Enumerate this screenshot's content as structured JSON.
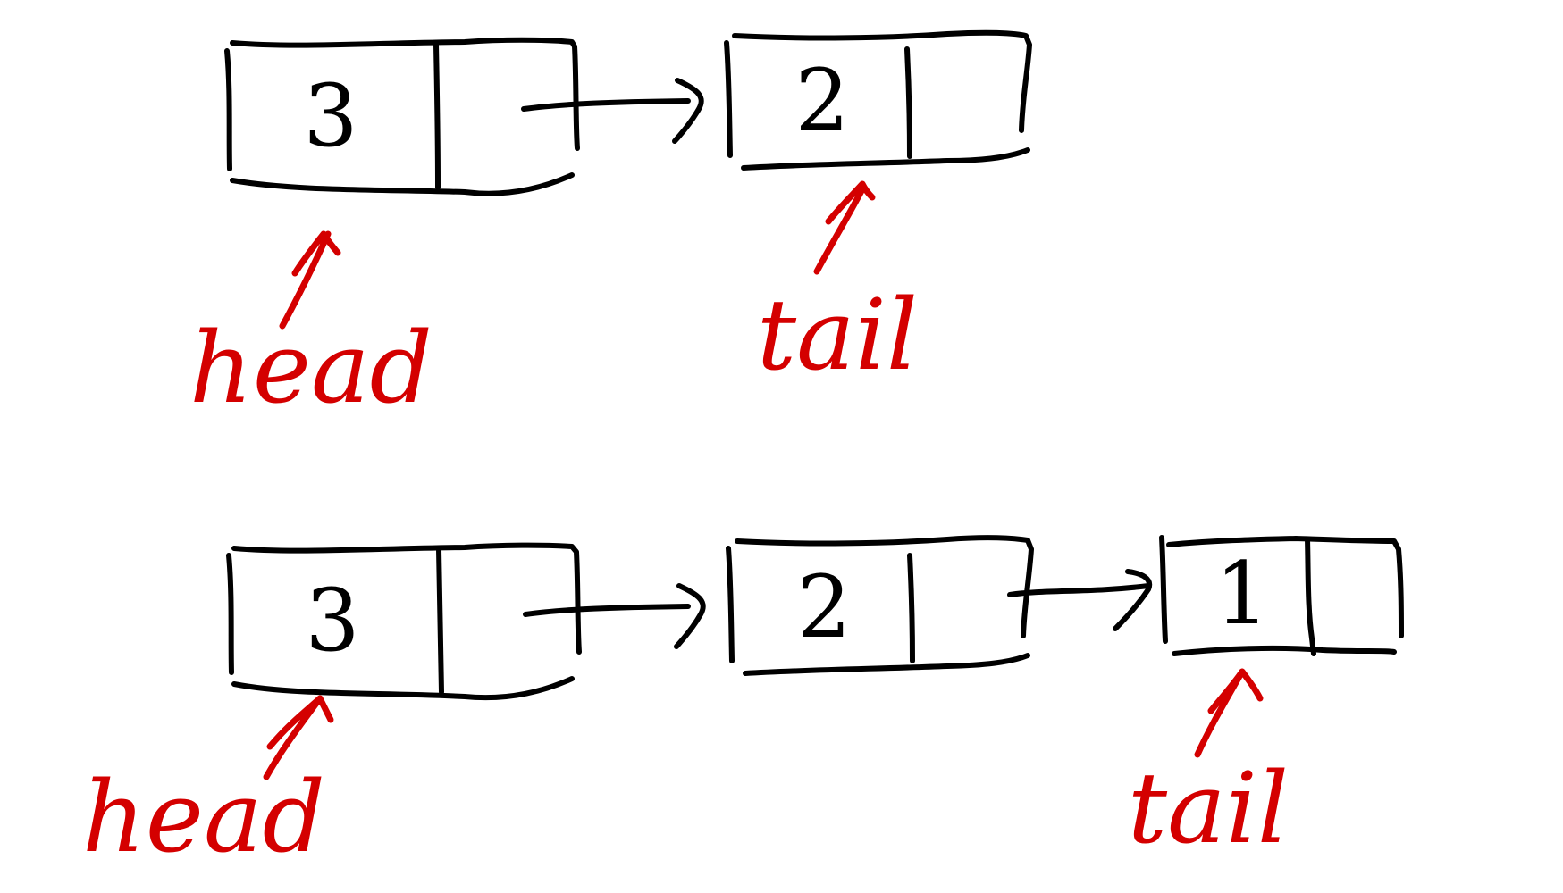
{
  "diagrams": [
    {
      "nodes": [
        {
          "value": "3"
        },
        {
          "value": "2"
        }
      ],
      "pointers": {
        "head": "head",
        "tail": "tail"
      }
    },
    {
      "nodes": [
        {
          "value": "3"
        },
        {
          "value": "2"
        },
        {
          "value": "1"
        }
      ],
      "pointers": {
        "head": "head",
        "tail": "tail"
      }
    }
  ],
  "colors": {
    "node_ink": "#000000",
    "pointer_ink": "#d40000",
    "background": "#ffffff"
  }
}
